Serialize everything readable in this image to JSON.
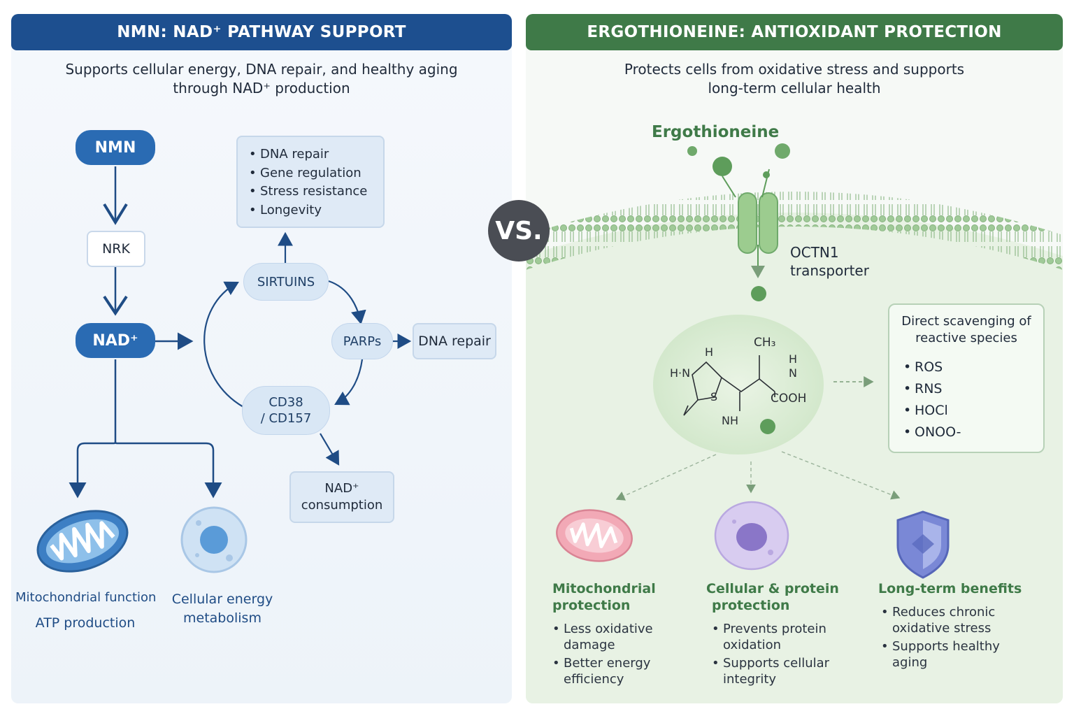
{
  "left": {
    "banner": "NMN: NAD⁺ PATHWAY SUPPORT",
    "subtitle_line1": "Supports cellular energy, DNA repair, and healthy aging",
    "subtitle_line2": "through NAD⁺ production",
    "nodes": {
      "nmn": "NMN",
      "nrk": "NRK",
      "nad": "NAD⁺",
      "sirtuins": "SIRTUINS",
      "parps": "PARPs",
      "dna_repair": "DNA repair",
      "cd38_line1": "CD38",
      "cd38_line2": "/ CD157",
      "consumption_line1": "NAD⁺",
      "consumption_line2": "consumption"
    },
    "sirtuin_effects": [
      "DNA repair",
      "Gene regulation",
      "Stress resistance",
      "Longevity"
    ],
    "outcomes": {
      "mito_title": "Mitochondrial function",
      "mito_sub": "ATP production",
      "cell_line1": "Cellular energy",
      "cell_line2": "metabolism"
    },
    "colors": {
      "banner": "#1d4f8f",
      "node": "#2a6bb3",
      "arrow": "#1f4c85"
    }
  },
  "vs": "VS.",
  "right": {
    "banner": "ERGOTHIONEINE: ANTIOXIDANT PROTECTION",
    "subtitle_line1": "Protects cells from oxidative stress and supports",
    "subtitle_line2": "long-term cellular health",
    "molecule_label": "Ergothioneine",
    "transporter_line1": "OCTN1",
    "transporter_line2": "transporter",
    "structure_labels": {
      "ch3": "CH₃",
      "h_top": "H",
      "hn": "H·N",
      "h_right": "H",
      "n_right": "N",
      "s": "S",
      "cooh": "COOH",
      "nh": "NH"
    },
    "scavenging": {
      "title_line1": "Direct scavenging of",
      "title_line2": "reactive species",
      "items": [
        "ROS",
        "RNS",
        "HOCl",
        "ONOO-"
      ]
    },
    "benefits": [
      {
        "head_line1": "Mitochondrial",
        "head_line2": "protection",
        "items": [
          [
            "Less oxidative",
            "damage"
          ],
          [
            "Better energy",
            "efficiency"
          ]
        ]
      },
      {
        "head_line1": "Cellular & protein",
        "head_line2": "protection",
        "items": [
          [
            "Prevents protein",
            "oxidation"
          ],
          [
            "Supports cellular",
            "integrity"
          ]
        ]
      },
      {
        "head_line1": "Long-term benefits",
        "head_line2": "",
        "items": [
          [
            "Reduces chronic",
            "oxidative stress"
          ],
          [
            "Supports healthy",
            "aging"
          ]
        ]
      }
    ],
    "colors": {
      "banner": "#3f7a48",
      "accent": "#6fa96b",
      "membrane": "#b9d8b3"
    }
  }
}
